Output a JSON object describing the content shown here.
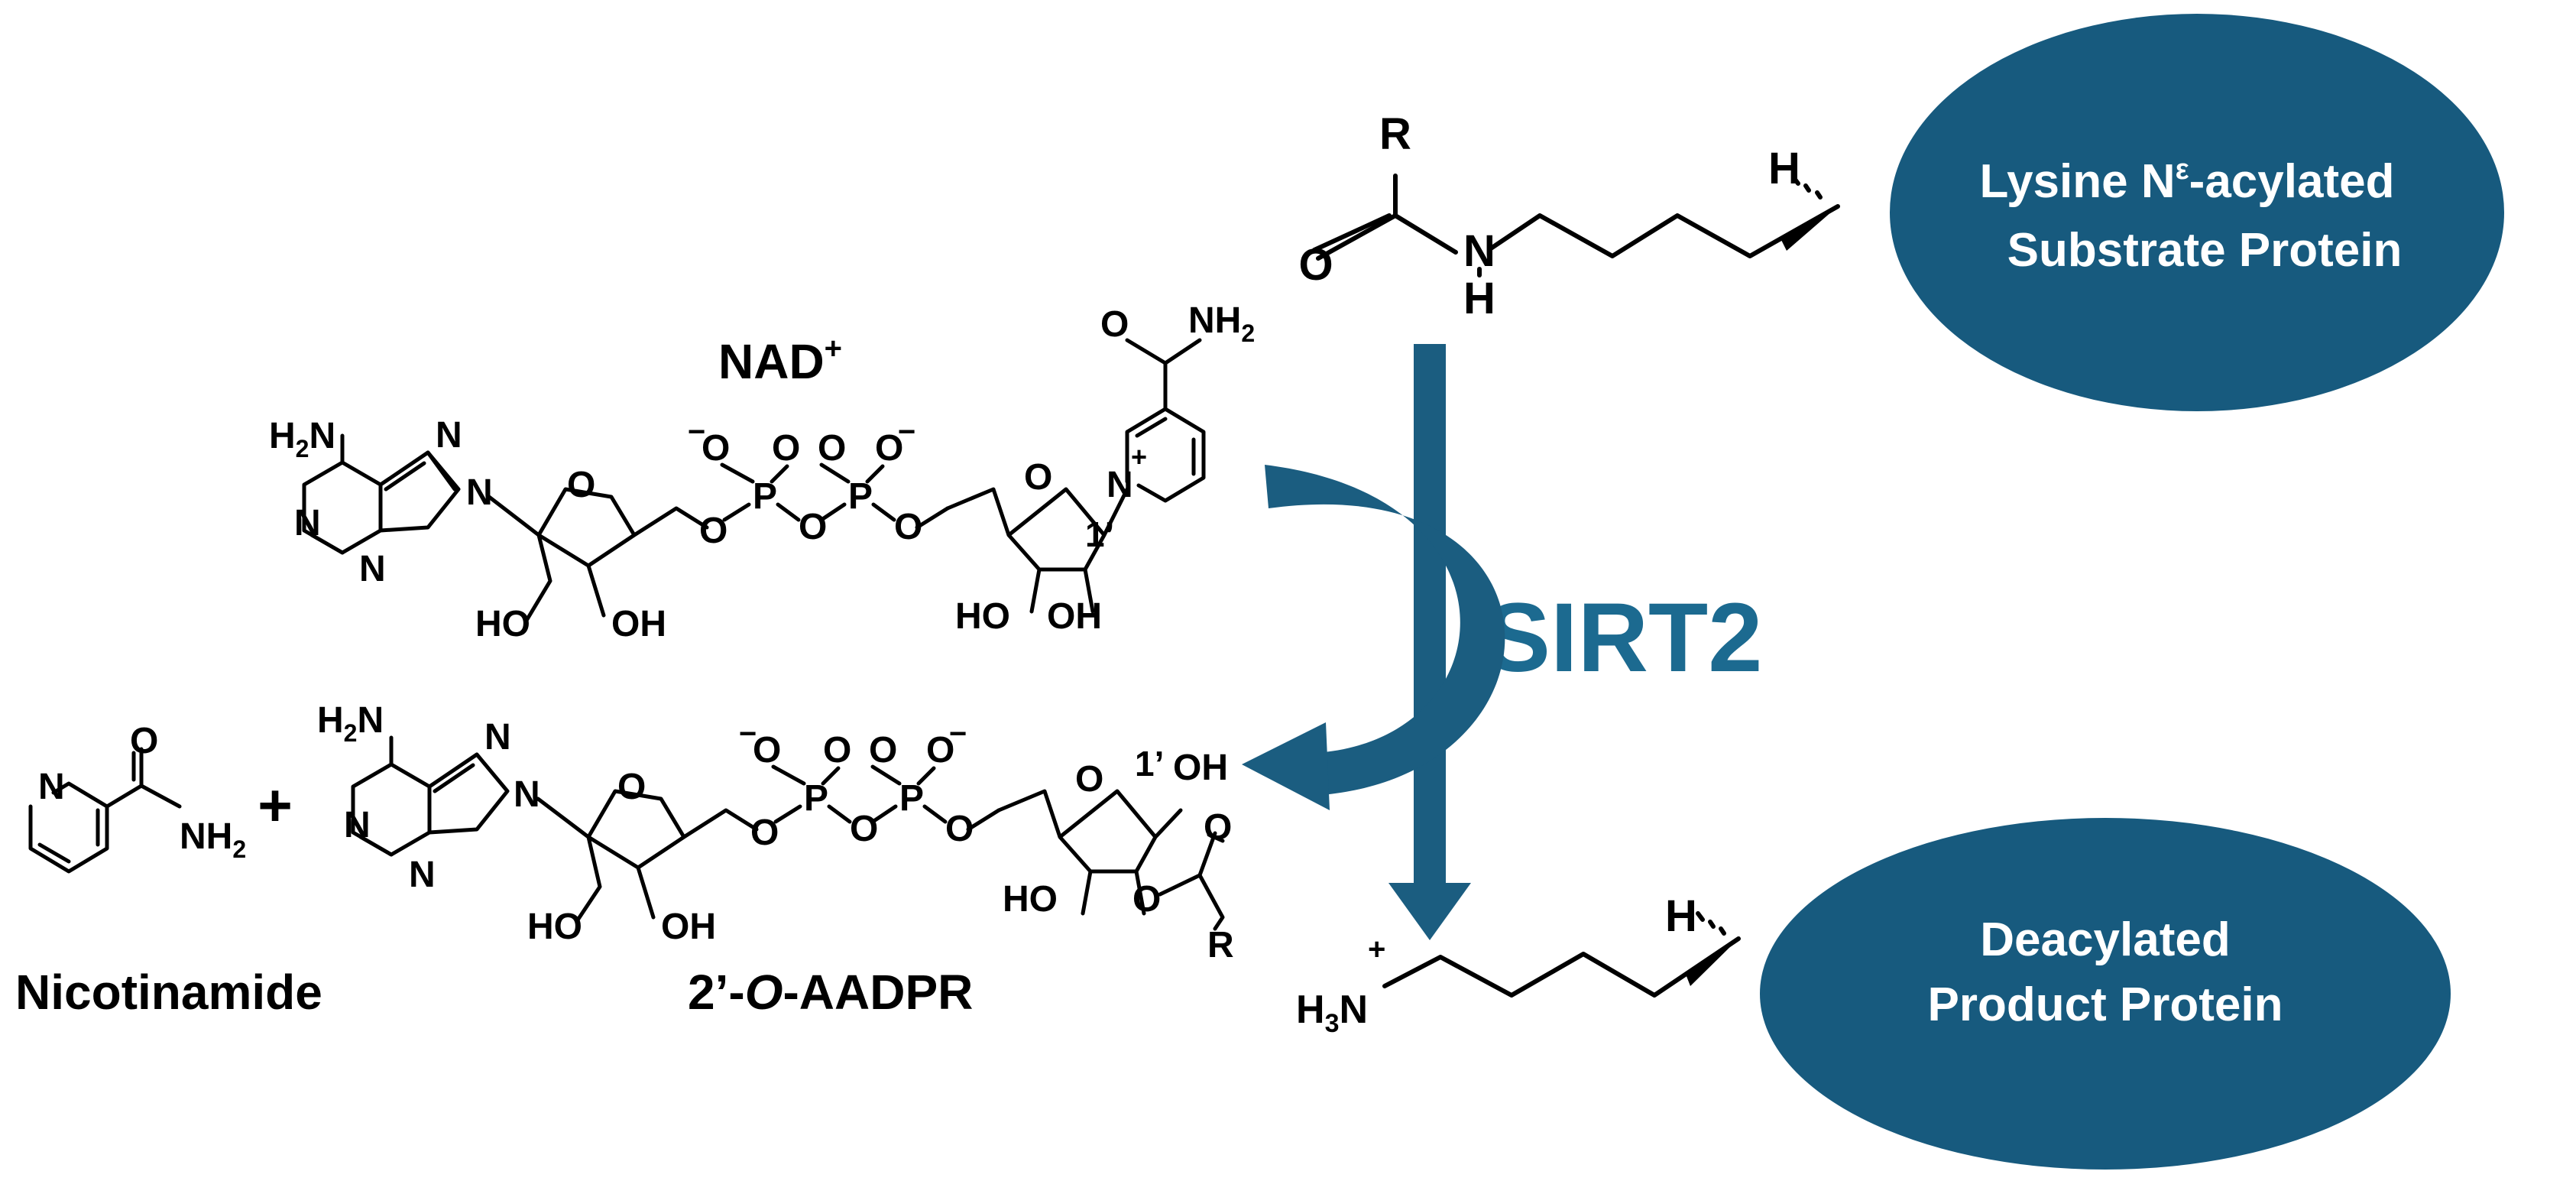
{
  "colors": {
    "protein": "#175a7e",
    "arrow": "#1b5d80",
    "enzyme_text": "#1c6a90"
  },
  "labels": {
    "nad": "NAD",
    "nad_charge": "+",
    "nicotinamide": "Nicotinamide",
    "aadpr_prefix": "2’-",
    "aadpr_o": "O",
    "aadpr_suffix": "-AADPR",
    "plus": "+",
    "enzyme": "SIRT2"
  },
  "substrate": {
    "line1_prefix": "Lysine N",
    "line1_superscript": "ε",
    "line1_suffix": "-acylated",
    "line2": "Substrate Protein"
  },
  "product": {
    "line1": "Deacylated",
    "line2": "Product Protein"
  },
  "atoms": {
    "R": "R",
    "O": "O",
    "N": "N",
    "H": "H",
    "NH2": "NH",
    "H2N": "H",
    "sub2": "2",
    "sub3": "3",
    "HO": "HO",
    "OH": "OH",
    "P": "P",
    "minus": "−",
    "plus_charge": "+",
    "one_prime": "1’",
    "H3N": "H"
  }
}
